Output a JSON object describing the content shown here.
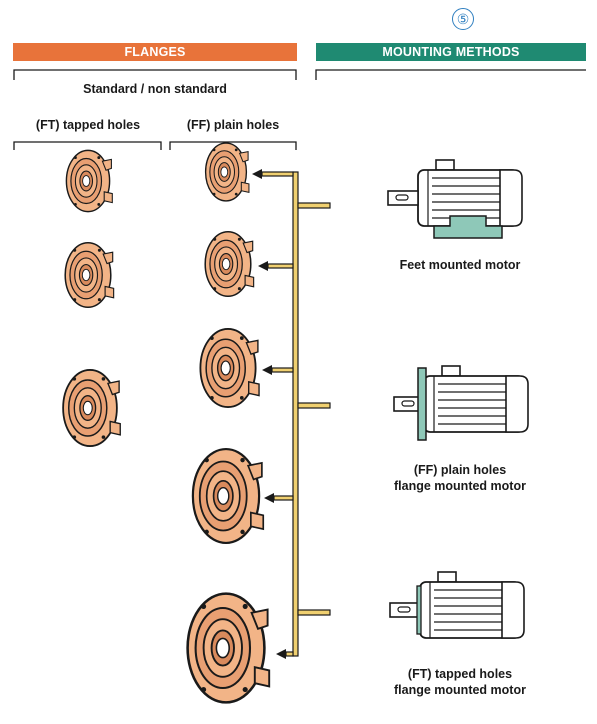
{
  "section_number": "⑤",
  "flanges_header": "FLANGES",
  "mounting_header": "MOUNTING METHODS",
  "standard_label": "Standard / non standard",
  "ft_label": "(FT) tapped holes",
  "ff_label": "(FF) plain holes",
  "motors": [
    {
      "label_line1": "Feet mounted motor",
      "label_line2": ""
    },
    {
      "label_line1": "(FF) plain holes",
      "label_line2": "flange mounted motor"
    },
    {
      "label_line1": "(FT) tapped holes",
      "label_line2": "flange mounted motor"
    }
  ],
  "colors": {
    "flange_fill": "#f2b487",
    "orange_band": "#e8733a",
    "green_band": "#1f8a72",
    "connector": "#f0d070",
    "motor_accent": "#8ec8b8"
  }
}
